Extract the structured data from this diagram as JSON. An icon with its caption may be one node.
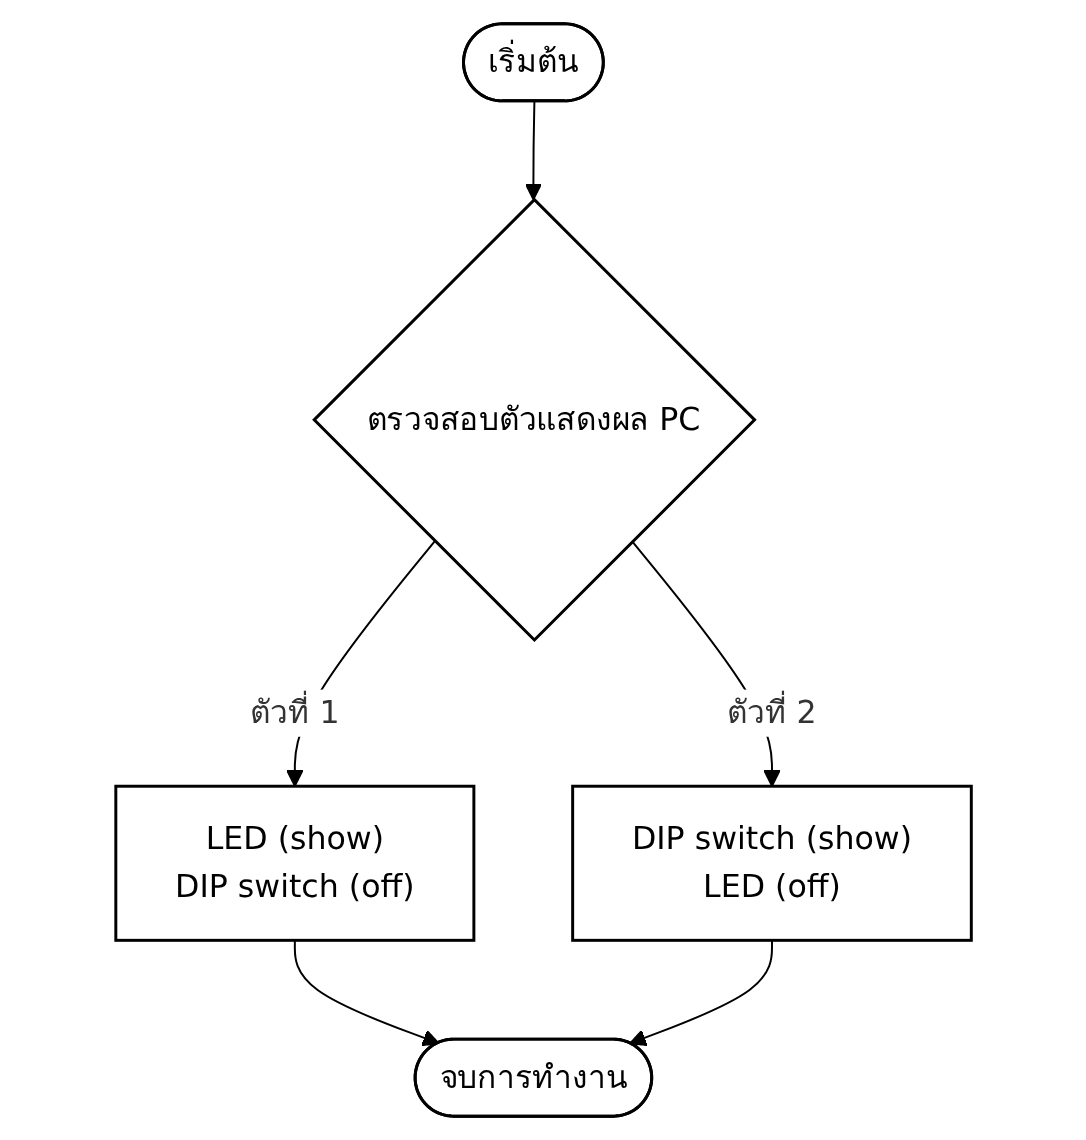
{
  "diagram": {
    "nodes": [
      {
        "text": [
          "เริ่มต้น"
        ]
      },
      {
        "text": [
          "ตรวจสอบตัวแสดงผล PC"
        ]
      },
      {
        "text": [
          "LED (show)",
          "DIP switch  (off)"
        ]
      },
      {
        "text": [
          "DIP switch  (show)",
          "LED (off)"
        ]
      },
      {
        "text": [
          "จบการทำงาน"
        ]
      }
    ],
    "edges": [
      {
        "from": 0,
        "to": 1,
        "arrow": "to"
      },
      {
        "from": 1,
        "to": 2,
        "arrow": "to",
        "label": "ตัวที่ 1"
      },
      {
        "from": 1,
        "to": 3,
        "arrow": "to",
        "label": "ตัวที่ 2"
      },
      {
        "from": 2,
        "to": 4,
        "arrow": "to"
      },
      {
        "from": 3,
        "to": 4,
        "arrow": "to"
      }
    ]
  }
}
